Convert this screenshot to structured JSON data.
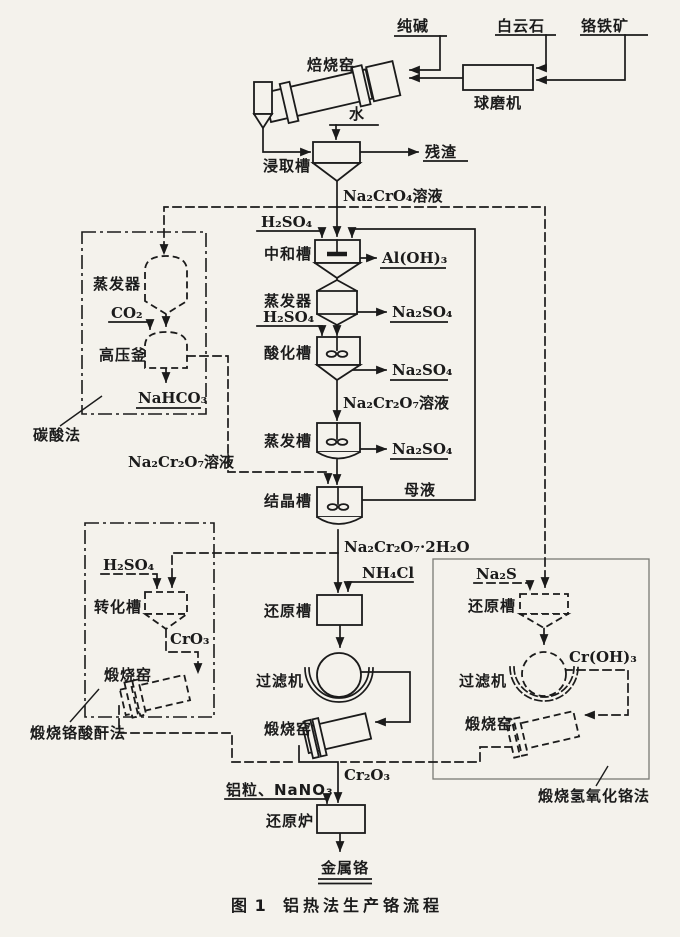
{
  "caption": {
    "fig_no": "图 1",
    "title": "铝热法生产铬流程"
  },
  "top": {
    "soda_ash": "纯碱",
    "dolomite": "白云石",
    "chromite": "铬铁矿",
    "roasting_kiln": "焙烧窑",
    "ball_mill": "球磨机",
    "water": "水",
    "leaching_tank": "浸取槽",
    "residue": "残渣",
    "na2cro4_solution": "Na₂CrO₄溶液"
  },
  "main": {
    "h2so4_1": "H₂SO₄",
    "neutralizing_tank": "中和槽",
    "aloh3": "Al(OH)₃",
    "evaporator": "蒸发器",
    "na2so4_1": "Na₂SO₄",
    "h2so4_2": "H₂SO₄",
    "acidifying_tank": "酸化槽",
    "na2so4_2": "Na₂SO₄",
    "na2cr2o7_solution": "Na₂Cr₂O₇溶液",
    "evaporating_tank": "蒸发槽",
    "na2so4_3": "Na₂SO₄",
    "mother_liquor": "母液",
    "crystallizing_tank": "结晶槽",
    "na2cr2o7_2h2o": "Na₂Cr₂O₇·2H₂O",
    "nh4cl": "NH₄Cl",
    "reduction_tank": "还原槽",
    "filter": "过滤机",
    "calcining_kiln": "煅烧窑",
    "cr2o3": "Cr₂O₃",
    "al_nano3": "铝粒、NaNO₃",
    "reduction_furnace": "还原炉",
    "metallic_chromium": "金属铬"
  },
  "carbonate_process": {
    "name": "碳酸法",
    "evaporator": "蒸发器",
    "co2": "CO₂",
    "autoclave": "高压釜",
    "nahco3": "NaHCO₃",
    "na2cr2o7_solution": "Na₂Cr₂O₇溶液"
  },
  "chromic_anhydride_process": {
    "name": "煅烧铬酸酐法",
    "h2so4": "H₂SO₄",
    "conversion_tank": "转化槽",
    "cro3": "CrO₃",
    "calcining_kiln": "煅烧窑"
  },
  "chromium_hydroxide_process": {
    "name": "煅烧氢氧化铬法",
    "na2s": "Na₂S",
    "reduction_tank": "还原槽",
    "filter": "过滤机",
    "croh3": "Cr(OH)₃",
    "calcining_kiln": "煅烧窑"
  }
}
